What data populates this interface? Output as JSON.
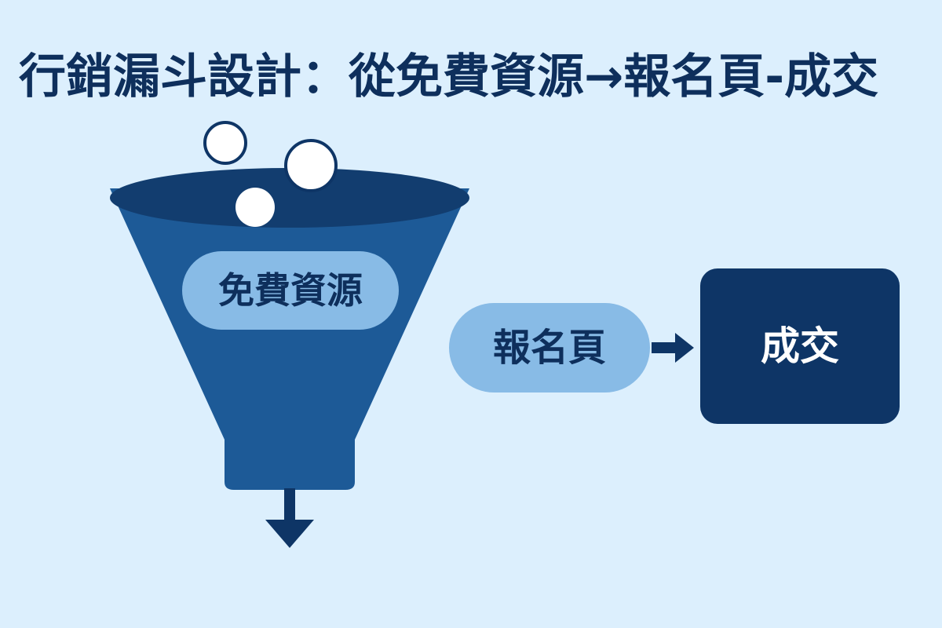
{
  "title": "行銷漏斗設計：從免費資源→報名頁-成交",
  "nodes": {
    "free_resource": "免費資源",
    "signup_page": "報名頁",
    "deal": "成交"
  },
  "colors": {
    "background": "#dceffd",
    "funnel_body": "#1d5a97",
    "funnel_rim": "#123d6f",
    "pill": "#88bbe6",
    "deal_box": "#0e3566",
    "arrow": "#0e3566",
    "title": "#0e2f5c"
  },
  "icons": [
    "funnel-icon",
    "ball-icon",
    "arrow-right-icon",
    "arrow-down-icon"
  ]
}
